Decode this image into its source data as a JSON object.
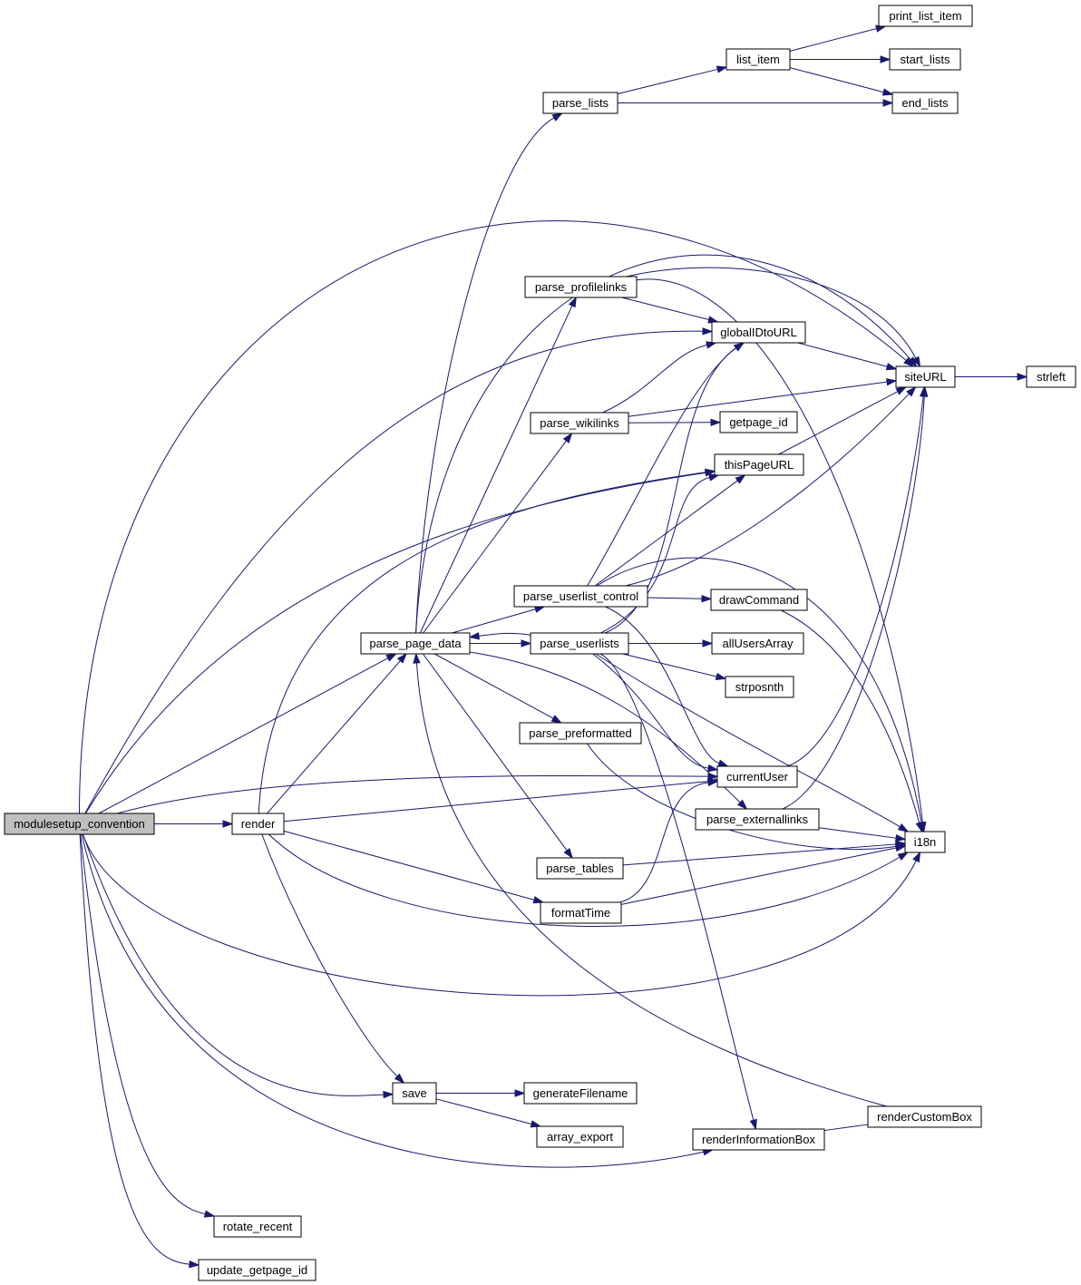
{
  "diagram": {
    "nodes": {
      "modulesetup_convention": "modulesetup_convention",
      "render": "render",
      "parse_page_data": "parse_page_data",
      "parse_lists": "parse_lists",
      "list_item": "list_item",
      "print_list_item": "print_list_item",
      "start_lists": "start_lists",
      "end_lists": "end_lists",
      "parse_profilelinks": "parse_profilelinks",
      "globalIDtoURL": "globalIDtoURL",
      "siteURL": "siteURL",
      "strleft": "strleft",
      "parse_wikilinks": "parse_wikilinks",
      "getpage_id": "getpage_id",
      "thisPageURL": "thisPageURL",
      "parse_userlist_control": "parse_userlist_control",
      "drawCommand": "drawCommand",
      "parse_userlists": "parse_userlists",
      "allUsersArray": "allUsersArray",
      "strposnth": "strposnth",
      "parse_preformatted": "parse_preformatted",
      "currentUser": "currentUser",
      "parse_externallinks": "parse_externallinks",
      "i18n": "i18n",
      "parse_tables": "parse_tables",
      "formatTime": "formatTime",
      "save": "save",
      "generateFilename": "generateFilename",
      "array_export": "array_export",
      "renderInformationBox": "renderInformationBox",
      "renderCustomBox": "renderCustomBox",
      "rotate_recent": "rotate_recent",
      "update_getpage_id": "update_getpage_id"
    },
    "edges": [
      [
        "modulesetup_convention",
        "render"
      ],
      [
        "modulesetup_convention",
        "parse_page_data"
      ],
      [
        "modulesetup_convention",
        "siteURL"
      ],
      [
        "modulesetup_convention",
        "globalIDtoURL"
      ],
      [
        "modulesetup_convention",
        "thisPageURL"
      ],
      [
        "modulesetup_convention",
        "currentUser"
      ],
      [
        "modulesetup_convention",
        "i18n"
      ],
      [
        "modulesetup_convention",
        "save"
      ],
      [
        "modulesetup_convention",
        "renderInformationBox"
      ],
      [
        "modulesetup_convention",
        "rotate_recent"
      ],
      [
        "modulesetup_convention",
        "update_getpage_id"
      ],
      [
        "render",
        "parse_page_data"
      ],
      [
        "render",
        "thisPageURL"
      ],
      [
        "render",
        "currentUser"
      ],
      [
        "render",
        "formatTime"
      ],
      [
        "render",
        "i18n"
      ],
      [
        "render",
        "save"
      ],
      [
        "parse_page_data",
        "parse_lists"
      ],
      [
        "parse_page_data",
        "siteURL"
      ],
      [
        "parse_page_data",
        "parse_profilelinks"
      ],
      [
        "parse_page_data",
        "parse_wikilinks"
      ],
      [
        "parse_page_data",
        "parse_userlist_control"
      ],
      [
        "parse_page_data",
        "parse_userlists"
      ],
      [
        "parse_page_data",
        "parse_preformatted"
      ],
      [
        "parse_page_data",
        "parse_externallinks"
      ],
      [
        "parse_page_data",
        "parse_tables"
      ],
      [
        "parse_lists",
        "list_item"
      ],
      [
        "parse_lists",
        "end_lists"
      ],
      [
        "list_item",
        "print_list_item"
      ],
      [
        "list_item",
        "start_lists"
      ],
      [
        "list_item",
        "end_lists"
      ],
      [
        "parse_profilelinks",
        "globalIDtoURL"
      ],
      [
        "parse_profilelinks",
        "siteURL"
      ],
      [
        "parse_profilelinks",
        "i18n"
      ],
      [
        "globalIDtoURL",
        "siteURL"
      ],
      [
        "siteURL",
        "strleft"
      ],
      [
        "parse_wikilinks",
        "globalIDtoURL"
      ],
      [
        "parse_wikilinks",
        "siteURL"
      ],
      [
        "parse_wikilinks",
        "getpage_id"
      ],
      [
        "thisPageURL",
        "siteURL"
      ],
      [
        "parse_userlist_control",
        "globalIDtoURL"
      ],
      [
        "parse_userlist_control",
        "thisPageURL"
      ],
      [
        "parse_userlist_control",
        "siteURL"
      ],
      [
        "parse_userlist_control",
        "drawCommand"
      ],
      [
        "parse_userlist_control",
        "currentUser"
      ],
      [
        "parse_userlist_control",
        "i18n"
      ],
      [
        "drawCommand",
        "i18n"
      ],
      [
        "parse_userlists",
        "parse_page_data"
      ],
      [
        "parse_userlists",
        "globalIDtoURL"
      ],
      [
        "parse_userlists",
        "thisPageURL"
      ],
      [
        "parse_userlists",
        "allUsersArray"
      ],
      [
        "parse_userlists",
        "strposnth"
      ],
      [
        "parse_userlists",
        "currentUser"
      ],
      [
        "parse_userlists",
        "i18n"
      ],
      [
        "parse_userlists",
        "renderInformationBox"
      ],
      [
        "parse_preformatted",
        "i18n"
      ],
      [
        "currentUser",
        "siteURL"
      ],
      [
        "parse_externallinks",
        "siteURL"
      ],
      [
        "parse_externallinks",
        "i18n"
      ],
      [
        "parse_tables",
        "i18n"
      ],
      [
        "formatTime",
        "currentUser"
      ],
      [
        "formatTime",
        "i18n"
      ],
      [
        "save",
        "generateFilename"
      ],
      [
        "save",
        "array_export"
      ],
      [
        "renderInformationBox",
        "renderCustomBox"
      ],
      [
        "renderCustomBox",
        "parse_page_data"
      ]
    ]
  }
}
